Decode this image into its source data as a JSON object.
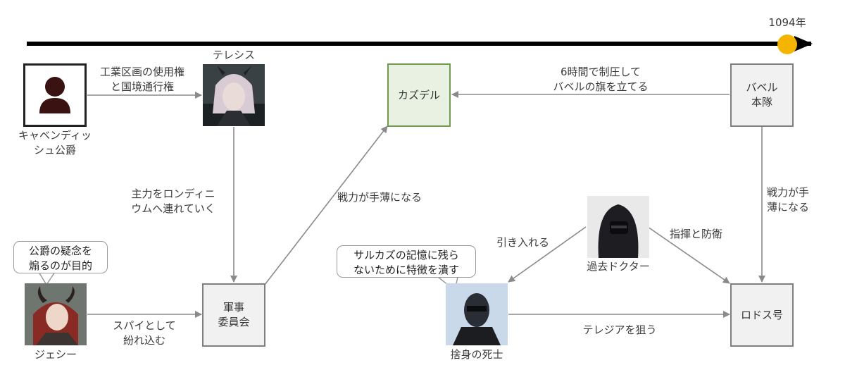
{
  "timeline": {
    "year_label": "1094年",
    "marker_color": "#f4b400",
    "line_color": "#000000"
  },
  "nodes": {
    "cavendish": {
      "label": "キャベンディッ\nシュ公爵",
      "icon": "person-silhouette-icon"
    },
    "theresis": {
      "label": "テレシス"
    },
    "kazdel": {
      "label": "カズデル"
    },
    "babel_main": {
      "label": "バベル\n本隊"
    },
    "military_committee": {
      "label": "軍事\n委員会"
    },
    "jessie": {
      "label": "ジェシー"
    },
    "past_doctor": {
      "label": "過去ドクター"
    },
    "sacrifice_soldier": {
      "label": "捨身の死士"
    },
    "rhodes": {
      "label": "ロドス号"
    }
  },
  "edges": {
    "cavendish_to_theresis": "工業区画の使用権\nと国境通行権",
    "theresis_to_committee": "主力をロンディニ\nウムへ連れていく",
    "committee_to_kazdel": "戦力が手薄になる",
    "babel_to_kazdel": "6時間で制圧して\nバベルの旗を立てる",
    "babel_to_rhodes": "戦力が手\n薄になる",
    "jessie_to_committee": "スパイとして\n紛れ込む",
    "doctor_to_soldier": "引き入れる",
    "doctor_to_rhodes": "指揮と防衛",
    "soldier_to_rhodes": "テレジアを狙う"
  },
  "bubbles": {
    "jessie_note": "公爵の疑念を\n煽るのが目的",
    "soldier_note": "サルカズの記憶に残ら\nないために特徴を潰す"
  }
}
